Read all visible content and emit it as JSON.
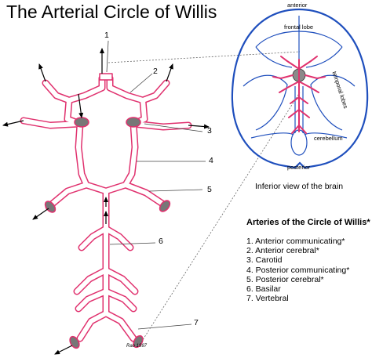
{
  "title": "The Arterial Circle of Willis",
  "caption": "Inferior view of the brain",
  "legend": {
    "title": "Arteries of the Circle of Willis*",
    "items": [
      "1. Anterior communicating*",
      "2. Anterior cerebral*",
      "3. Carotid",
      "4. Posterior communicating*",
      "5. Posterior cerebral*",
      "6. Basilar",
      "7. Vertebral"
    ]
  },
  "number_labels": [
    "1",
    "2",
    "3",
    "4",
    "5",
    "6",
    "7"
  ],
  "brain_labels": {
    "anterior": "anterior",
    "frontal_lobe": "frontal lobe",
    "temporal_lobes": "temporal lobes",
    "cerebellum": "cerebellum",
    "posterior": "posterior"
  },
  "signature": "Rao 1997",
  "colors": {
    "artery": "#e0316e",
    "artery_fill": "#f7dce6",
    "brain_outline": "#1f4fbd",
    "leader": "#555555",
    "arrow": "#000000"
  }
}
